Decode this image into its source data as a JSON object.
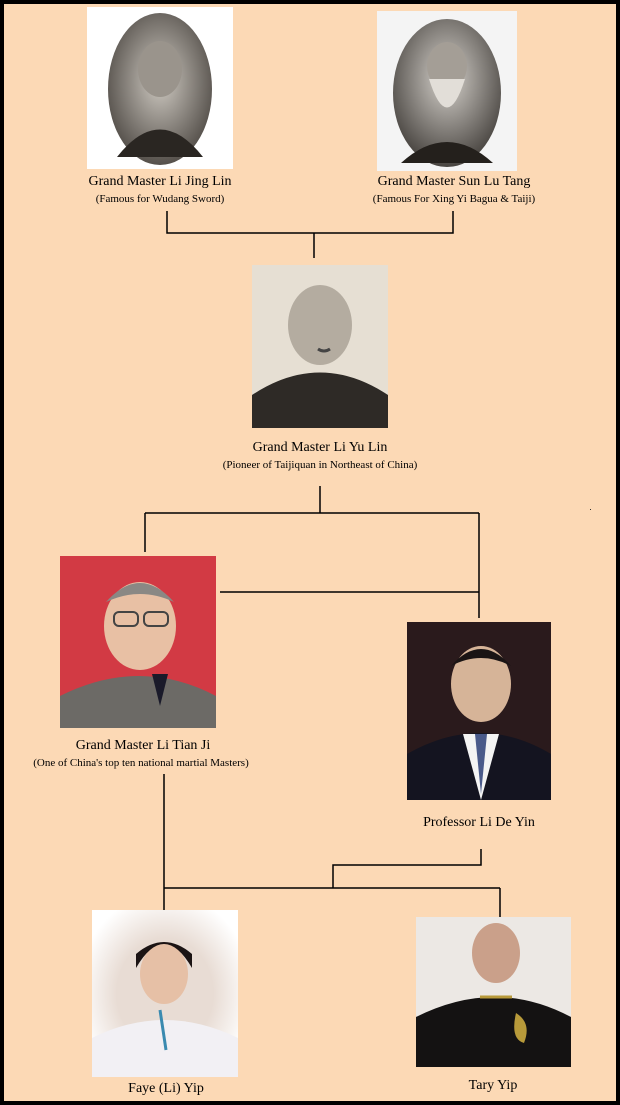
{
  "colors": {
    "background": "#fcd9b5",
    "line": "#000000",
    "photo_sepia_bg": "#ece6dc",
    "photo_red_bg": "#d23a44",
    "photo_dark_bg": "#2a1a1c",
    "photo_light_bg": "#ece8e4"
  },
  "people": {
    "li_jing_lin": {
      "name": "Grand Master Li Jing Lin",
      "subtitle": "(Famous for Wudang Sword)",
      "photo_icon": "portrait-oval-sepia-icon"
    },
    "sun_lu_tang": {
      "name": "Grand Master Sun Lu Tang",
      "subtitle": "(Famous For Xing Yi Bagua & Taiji)",
      "photo_icon": "portrait-oval-bearded-icon"
    },
    "li_yu_lin": {
      "name": "Grand Master Li Yu Lin",
      "subtitle": "(Pioneer of Taijiquan in Northeast of China)",
      "photo_icon": "portrait-sepia-icon"
    },
    "li_tian_ji": {
      "name": "Grand Master Li Tian Ji",
      "subtitle": "(One of China's top ten national martial Masters)",
      "photo_icon": "portrait-red-background-icon"
    },
    "li_de_yin": {
      "name": "Professor Li De Yin",
      "subtitle": "",
      "photo_icon": "portrait-dark-background-icon"
    },
    "faye_yip": {
      "name": "Faye (Li) Yip",
      "subtitle": "",
      "photo_icon": "portrait-white-uniform-icon"
    },
    "tary_yip": {
      "name": "Tary Yip",
      "subtitle": "",
      "photo_icon": "portrait-black-uniform-icon"
    }
  }
}
